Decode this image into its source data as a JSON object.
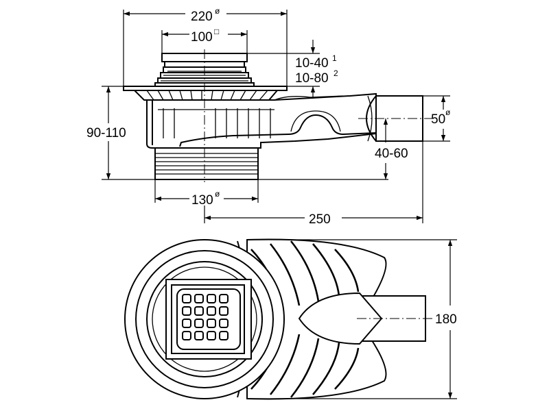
{
  "dimensions": {
    "outer_dia": "220",
    "outer_dia_mark": "ø",
    "grate": "100",
    "grate_mark": "□",
    "height_range_1": "10-40",
    "height_range_1_sup": "1",
    "height_range_2": "10-80",
    "height_range_2_sup": "2",
    "total_height": "90-110",
    "outlet_dia": "50",
    "outlet_dia_mark": "ø",
    "outlet_height": "40-60",
    "thread_dia": "130",
    "thread_dia_mark": "ø",
    "length": "250",
    "width": "180"
  }
}
